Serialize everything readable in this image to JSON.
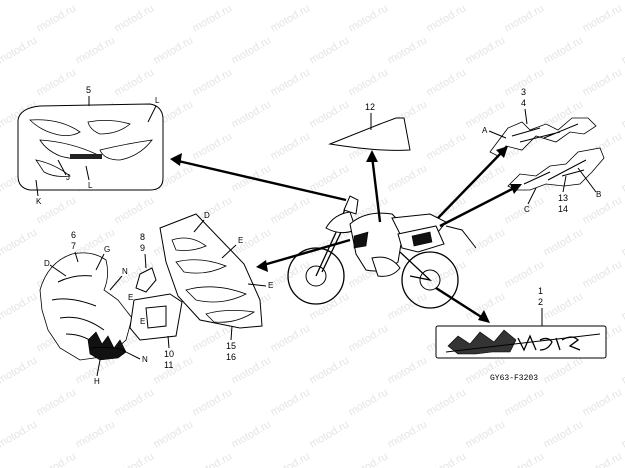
{
  "watermark": {
    "text": "motod.ru"
  },
  "diagram_code": "GY63-F3203",
  "callouts": {
    "c5": "5",
    "c12": "12",
    "c3": "3",
    "c4": "4",
    "c13": "13",
    "c14": "14",
    "c6": "6",
    "c7": "7",
    "c8": "8",
    "c9": "9",
    "c10": "10",
    "c11": "11",
    "c15": "15",
    "c16": "16",
    "c1": "1",
    "c2": "2"
  },
  "letters": {
    "L1": "L",
    "L2": "L",
    "J": "J",
    "K": "K",
    "A": "A",
    "B": "B",
    "C": "C",
    "D1": "D",
    "D2": "D",
    "G": "G",
    "N1": "N",
    "N2": "N",
    "H": "H",
    "E1": "E",
    "E2": "E",
    "E3": "E",
    "E4": "E"
  }
}
